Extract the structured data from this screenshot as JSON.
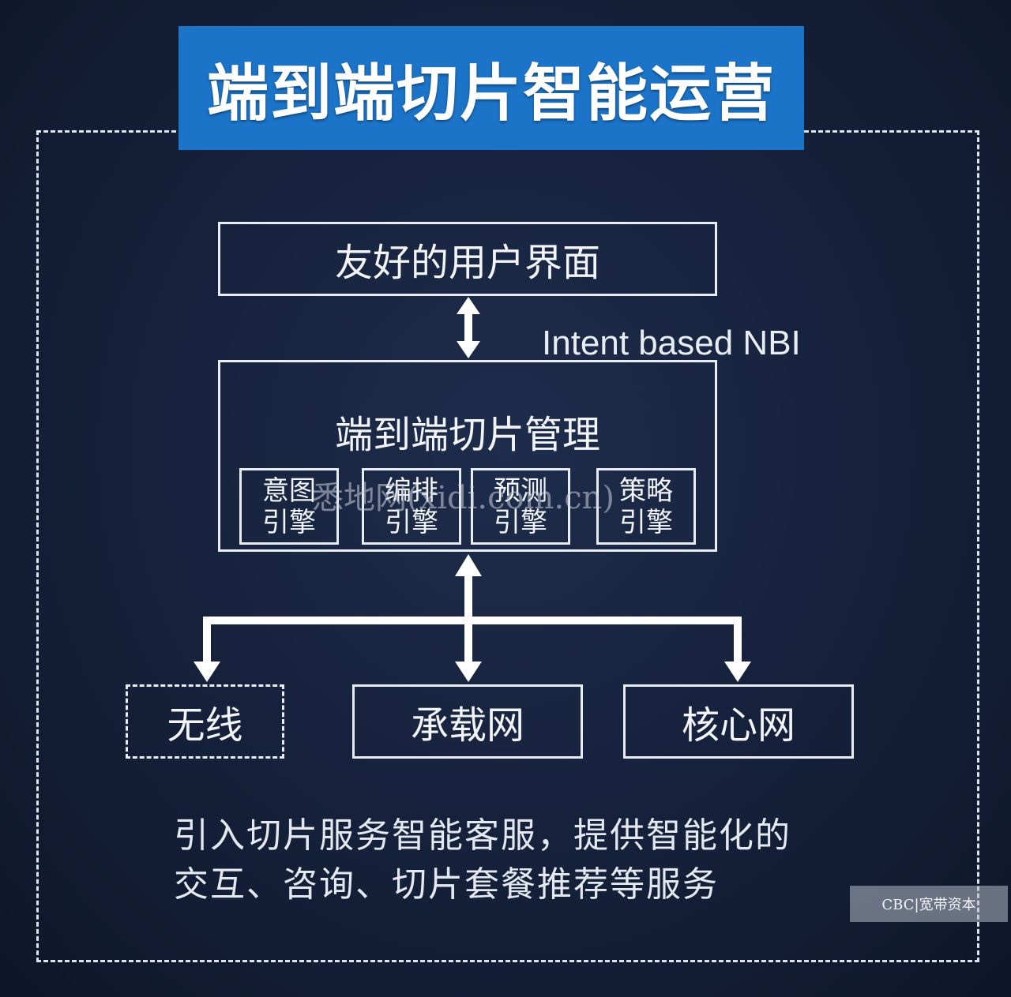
{
  "title": "端到端切片智能运营",
  "ui_box": {
    "label": "友好的用户界面"
  },
  "nbi_label": "Intent based NBI",
  "mgmt_box": {
    "title": "端到端切片管理",
    "engines": [
      {
        "line1": "意图",
        "line2": "引擎"
      },
      {
        "line1": "编排",
        "line2": "引擎"
      },
      {
        "line1": "预测",
        "line2": "引擎"
      },
      {
        "line1": "策略",
        "line2": "引擎"
      }
    ]
  },
  "targets": {
    "wireless": "无线",
    "bearer": "承载网",
    "core": "核心网"
  },
  "description": {
    "line1": "引入切片服务智能客服，提供智能化的",
    "line2": "交互、咨询、切片套餐推荐等服务"
  },
  "watermark": "悉地网(xidi.com.cn)",
  "badge": "CBC|宽带资本",
  "colors": {
    "banner": "#1c74c8",
    "line": "#e8ecf3"
  }
}
